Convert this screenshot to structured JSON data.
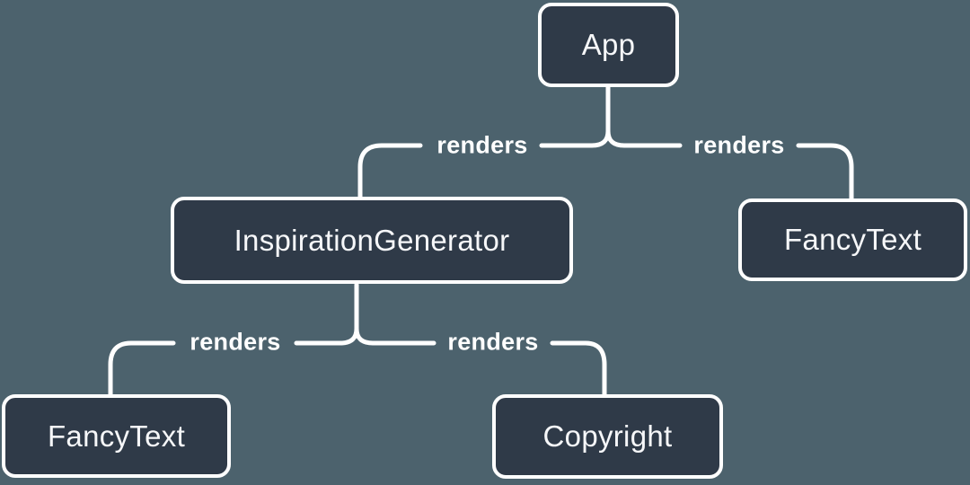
{
  "diagram": {
    "type": "component-tree",
    "nodes": [
      {
        "id": "app",
        "label": "App"
      },
      {
        "id": "inspiration-generator",
        "label": "InspirationGenerator"
      },
      {
        "id": "fancy-text-top",
        "label": "FancyText"
      },
      {
        "id": "fancy-text-bottom",
        "label": "FancyText"
      },
      {
        "id": "copyright",
        "label": "Copyright"
      }
    ],
    "edges": [
      {
        "from": "App",
        "to": "InspirationGenerator",
        "label": "renders"
      },
      {
        "from": "App",
        "to": "FancyText",
        "label": "renders"
      },
      {
        "from": "InspirationGenerator",
        "to": "FancyText",
        "label": "renders"
      },
      {
        "from": "InspirationGenerator",
        "to": "Copyright",
        "label": "renders"
      }
    ],
    "colors": {
      "background": "#4C626D",
      "node_fill": "#2F3A48",
      "node_border": "#FFFFFF",
      "node_text": "#F6F7F9",
      "line": "#FFFFFF"
    }
  }
}
